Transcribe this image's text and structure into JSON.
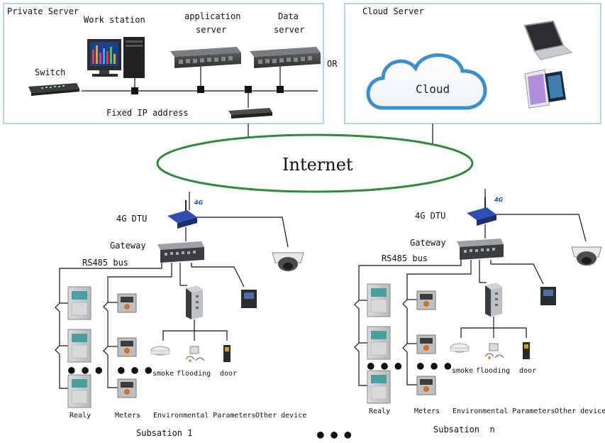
{
  "private_server": {
    "title": "Private Server",
    "workstation_label": "Work station",
    "app_server_label_1": "application",
    "app_server_label_2": "server",
    "data_server_label_1": "Data",
    "data_server_label_2": "server",
    "switch_label": "Switch",
    "fixed_ip_label": "Fixed IP address"
  },
  "or_label": "OR",
  "cloud_server": {
    "title": "Cloud Server",
    "cloud_label": "Cloud"
  },
  "internet_label": "Internet",
  "dtu_badge": "4G",
  "substations": [
    {
      "dtu_label": "4G DTU",
      "gateway_label": "Gateway",
      "bus_label": "RS485 bus",
      "smoke_label": "smoke",
      "flooding_label": "flooding",
      "door_label": "door",
      "relay_label": "Realy",
      "meters_label": "Meters",
      "env_label": "Environmental Parameters",
      "other_label": "Other device",
      "name": "Subsation 1"
    },
    {
      "dtu_label": "4G DTU",
      "gateway_label": "Gateway",
      "bus_label": "RS485 bus",
      "smoke_label": "smoke",
      "flooding_label": "flooding",
      "door_label": "door",
      "relay_label": "Realy",
      "meters_label": "Meters",
      "env_label": "Environmental Parameters",
      "other_label": "Other device",
      "name": "Subsation  n"
    }
  ],
  "ellipsis": "● ● ●",
  "colors": {
    "panel_border": "#7fb6d8",
    "internet_ring": "#2e8b3a",
    "cloud_outline": "#3a8fd0",
    "device_grey": "#c9cccf",
    "screen_teal": "#4aa0a0"
  }
}
